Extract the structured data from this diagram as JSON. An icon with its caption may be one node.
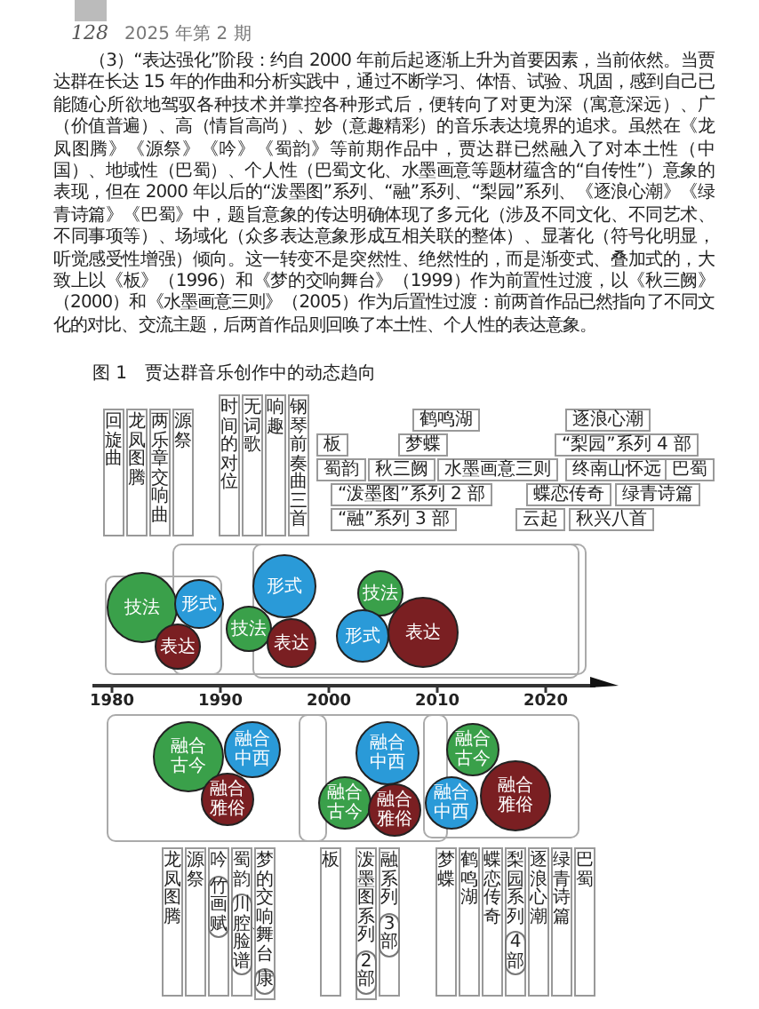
{
  "diagram": {
    "caption": "图 1　贾达群音乐创作中的动态趋向",
    "nodes": [
      {
        "text": [
          "回旋曲"
        ]
      },
      {
        "text": [
          "龙凤图腾"
        ]
      },
      {
        "text": [
          "两乐章交响曲"
        ]
      },
      {
        "text": [
          "源祭"
        ]
      },
      {
        "text": [
          "时间的对位"
        ]
      },
      {
        "text": [
          "无词歌"
        ]
      },
      {
        "text": [
          "响趣"
        ]
      },
      {
        "text": [
          "钢琴前奏曲三首"
        ]
      },
      {
        "text": [
          "板"
        ]
      },
      {
        "text": [
          "蜀韵"
        ]
      },
      {
        "text": [
          "秋三阙"
        ]
      },
      {
        "text": [
          "水墨画意三则"
        ]
      },
      {
        "text": [
          "“泼墨图”系列 2 部"
        ]
      },
      {
        "text": [
          "“融”系列 3 部"
        ]
      },
      {
        "text": [
          "鹤鸣湖"
        ]
      },
      {
        "text": [
          "梦蝶"
        ]
      },
      {
        "text": [
          "逐浪心潮"
        ]
      },
      {
        "text": [
          "“梨园”系列 4 部"
        ]
      },
      {
        "text": [
          "终南山怀远"
        ]
      },
      {
        "text": [
          "巴蜀"
        ]
      },
      {
        "text": [
          "蝶恋传奇"
        ]
      },
      {
        "text": [
          "绿青诗篇"
        ]
      },
      {
        "text": [
          "云起"
        ]
      },
      {
        "text": [
          "秋兴八首"
        ]
      },
      {
        "text": [
          "技法"
        ]
      },
      {
        "text": [
          "形式"
        ]
      },
      {
        "text": [
          "表达"
        ]
      },
      {
        "text": [
          "形式"
        ]
      },
      {
        "text": [
          "技法"
        ]
      },
      {
        "text": [
          "表达"
        ]
      },
      {
        "text": [
          "技法"
        ]
      },
      {
        "text": [
          "形式"
        ]
      },
      {
        "text": [
          "表达"
        ]
      },
      {
        "text": [
          "融合古今"
        ]
      },
      {
        "text": [
          "融合中西"
        ]
      },
      {
        "text": [
          "融合雅俗"
        ]
      },
      {
        "text": [
          "融合中西"
        ]
      },
      {
        "text": [
          "融合古今"
        ]
      },
      {
        "text": [
          "融合雅俗"
        ]
      },
      {
        "text": [
          "融合古今"
        ]
      },
      {
        "text": [
          "融合中西"
        ]
      },
      {
        "text": [
          "融合雅俗"
        ]
      },
      {
        "text": [
          "龙凤图腾"
        ]
      },
      {
        "text": [
          "源祭"
        ]
      },
      {
        "text": [
          "吟",
          "竹画赋"
        ]
      },
      {
        "text": [
          "蜀韵",
          "川腔、脸谱"
        ]
      },
      {
        "text": [
          "梦的交响舞台",
          "康"
        ]
      },
      {
        "text": [
          "板"
        ]
      },
      {
        "text": [
          "泼墨图系列",
          "2部"
        ]
      },
      {
        "text": [
          "融系列",
          "3部"
        ]
      },
      {
        "text": [
          "梦蝶"
        ]
      },
      {
        "text": [
          "鹤鸣湖"
        ]
      },
      {
        "text": [
          "蝶恋传奇"
        ]
      },
      {
        "text": [
          "梨园系列",
          "4部"
        ]
      },
      {
        "text": [
          "逐浪心潮"
        ]
      },
      {
        "text": [
          "绿青诗篇"
        ]
      },
      {
        "text": [
          "巴蜀"
        ]
      }
    ],
    "labels": [
      "128",
      "2025 年第 2 期",
      "（3）“表达强化”阶段：约自 2000 年前后起逐渐上升为首要因素，当前依然。当贾达群在长达 15 年的作曲和分析实践中，通过不断学习、体悟、试验、巩固，感到自己已能随心所欲地驾驭各种技术并掌控各种形式后，便转向了对更为深（寓意深远）、广（价值普遍）、高（情旨高尚）、妙（意趣精彩）的音乐表达境界的追求。虽然在《龙凤图腾》《源祭》《吟》《蜀韵》等前期作品中，贾达群已然融入了对本土性（中国）、地域性（巴蜀）、个人性（巴蜀文化、水墨画意等题材蕴含的“自传性”）意象的表现，但在 2000 年以后的“泼墨图”系列、“融”系列、“梨园”系列、《逐浪心潮》《绿青诗篇》《巴蜀》中，题旨意象的传达明确体现了多元化（涉及不同文化、不同艺术、不同事项等）、场域化（众多表达意象形成互相关联的整体）、显著化（符号化明显，听觉感受性增强）倾向。这一转变不是突然性、绝然性的，而是渐变式、叠加式的，大致上以《板》（1996）和《梦的交响舞台》（1999）作为前置性过渡，以《秋三阙》（2000）和《水墨画意三则》（2005）作为后置性过渡：前两首作品已然指向了不同文化的对比、交流主题，后两首作品则回唤了本土性、个人性的表达意象。",
      "1980",
      "1990",
      "2000",
      "2010",
      "2020"
    ]
  }
}
